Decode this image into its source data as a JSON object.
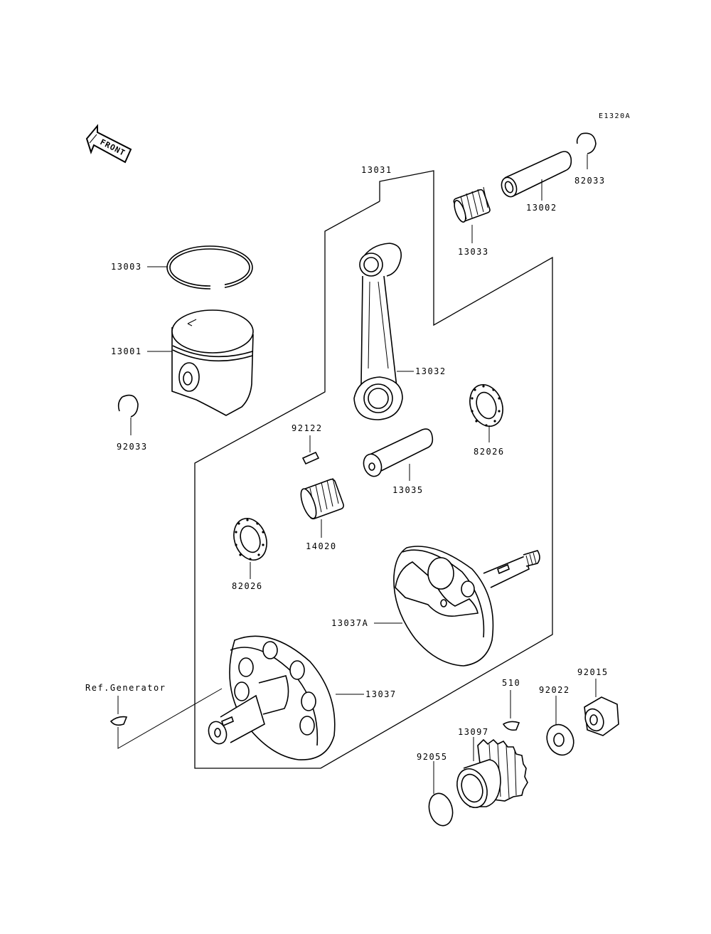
{
  "diagram_code": "E1320A",
  "front_label": "FRONT",
  "ref_generator": "Ref.Generator",
  "parts": {
    "p13031": "13031",
    "p13002": "13002",
    "p82033_top": "82033",
    "p13033": "13033",
    "p13003": "13003",
    "p13001": "13001",
    "p92033_left": "92033",
    "p13032": "13032",
    "p82026_right": "82026",
    "p92122": "92122",
    "p13035": "13035",
    "p14020": "14020",
    "p82026_left": "82026",
    "p13037A": "13037A",
    "p13037": "13037",
    "p510": "510",
    "p92022": "92022",
    "p92015": "92015",
    "p13097": "13097",
    "p92055": "92055"
  }
}
